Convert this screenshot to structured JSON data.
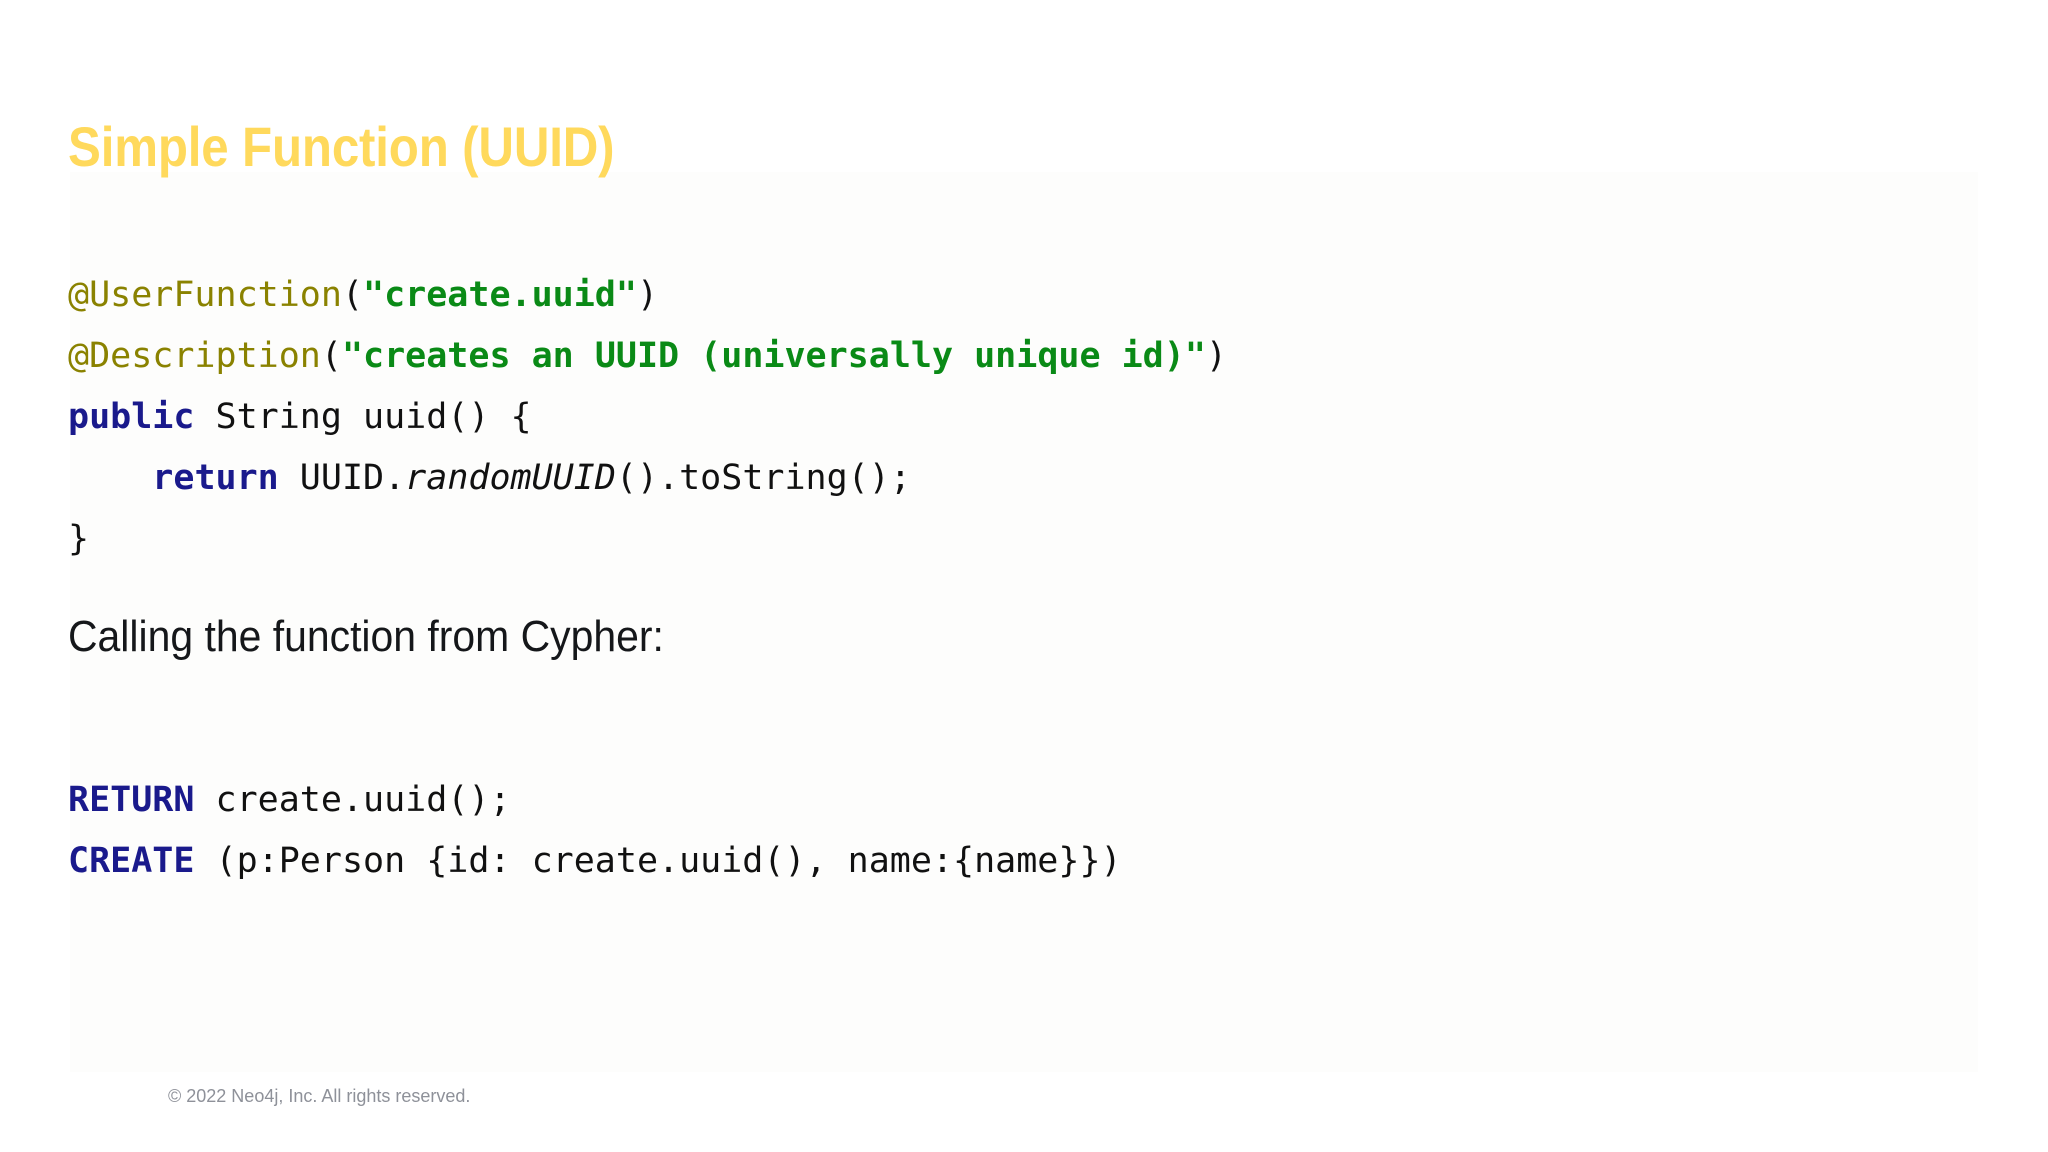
{
  "slide": {
    "title": "Simple Function (UUID)",
    "title_color": "#ffd95c",
    "background_color": "#ffffff",
    "prose_line": "Calling the function from Cypher:",
    "footer": "© 2022 Neo4j, Inc. All rights reserved."
  },
  "colors": {
    "annotation": "#8a8200",
    "string": "#0a8a16",
    "keyword": "#1a1a8c",
    "plain": "#111111",
    "footer": "#8e9199"
  },
  "java_code": {
    "language": "java",
    "lines": [
      {
        "tokens": [
          {
            "text": "@UserFunction",
            "type": "annotation"
          },
          {
            "text": "(",
            "type": "plain"
          },
          {
            "text": "\"create.uuid\"",
            "type": "string"
          },
          {
            "text": ")",
            "type": "plain"
          }
        ]
      },
      {
        "tokens": [
          {
            "text": "@Description",
            "type": "annotation"
          },
          {
            "text": "(",
            "type": "plain"
          },
          {
            "text": "\"creates an UUID (universally unique id)\"",
            "type": "string"
          },
          {
            "text": ")",
            "type": "plain"
          }
        ]
      },
      {
        "tokens": [
          {
            "text": "public",
            "type": "keyword"
          },
          {
            "text": " String uuid() {",
            "type": "plain"
          }
        ]
      },
      {
        "tokens": [
          {
            "text": "    ",
            "type": "plain"
          },
          {
            "text": "return",
            "type": "keyword"
          },
          {
            "text": " UUID.",
            "type": "plain"
          },
          {
            "text": "randomUUID",
            "type": "italic"
          },
          {
            "text": "().toString();",
            "type": "plain"
          }
        ]
      },
      {
        "tokens": [
          {
            "text": "}",
            "type": "plain"
          }
        ]
      }
    ]
  },
  "cypher_code": {
    "language": "cypher",
    "lines": [
      {
        "tokens": [
          {
            "text": "RETURN",
            "type": "keyword"
          },
          {
            "text": " create.uuid();",
            "type": "plain"
          }
        ]
      },
      {
        "tokens": [
          {
            "text": "CREATE",
            "type": "keyword"
          },
          {
            "text": " (p:Person {id: create.uuid(), name:{name}})",
            "type": "plain"
          }
        ]
      }
    ]
  }
}
